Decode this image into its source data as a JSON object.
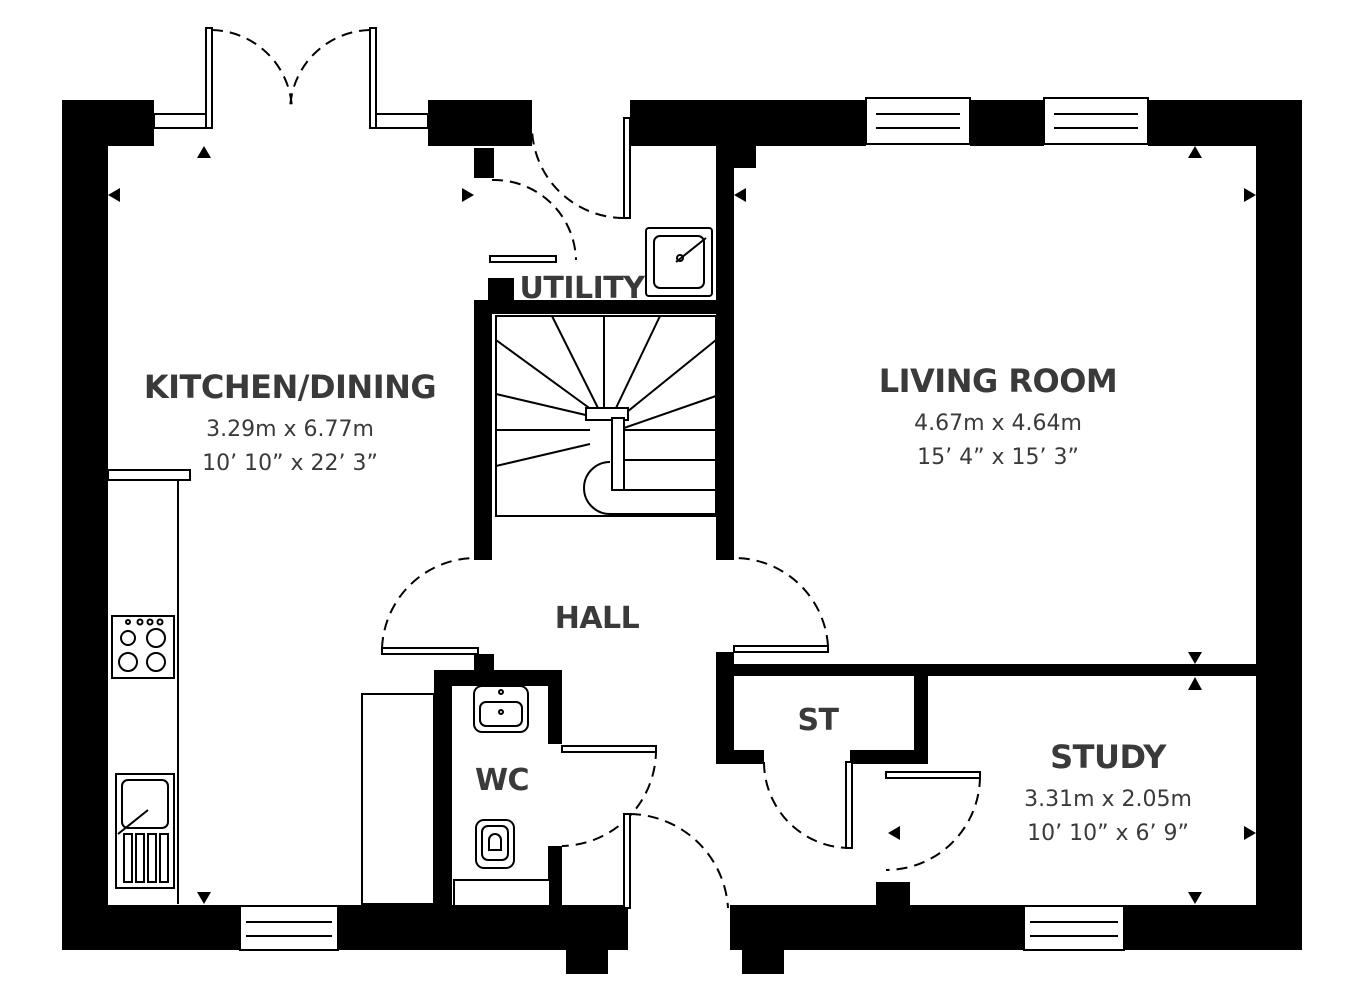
{
  "rooms": {
    "kitchen_dining": {
      "name": "KITCHEN/DINING",
      "metric": "3.29m x 6.77m",
      "imperial": "10’ 10” x 22’ 3”"
    },
    "living_room": {
      "name": "LIVING ROOM",
      "metric": "4.67m x 4.64m",
      "imperial": "15’ 4” x 15’ 3”"
    },
    "study": {
      "name": "STUDY",
      "metric": "3.31m x 2.05m",
      "imperial": "10’ 10” x 6’ 9”"
    },
    "utility": {
      "name": "UTILITY"
    },
    "hall": {
      "name": "HALL"
    },
    "wc": {
      "name": "WC"
    },
    "store": {
      "name": "ST"
    }
  }
}
